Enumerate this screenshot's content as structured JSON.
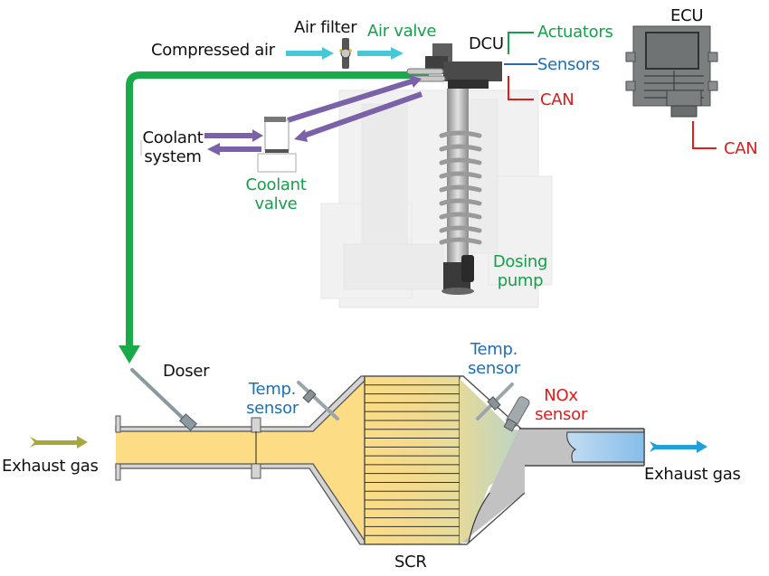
{
  "title": "SCR urea dosing system schematic",
  "colors": {
    "air_arrow": "#46c8d6",
    "urea_line": "#1aaa4a",
    "coolant_arrow": "#7b62a8",
    "actuators_line": "#14a04a",
    "sensors_line": "#1f6fb5",
    "can_line": "#e01b1b",
    "exhaust_in_arrow": "#a8a83a",
    "exhaust_out_arrow": "#1fa0d8",
    "exhaust_hot": "#fcdc84",
    "exhaust_clean": "#a6cdee",
    "pipe_gray": "#c2c2c2",
    "ecu_gray": "#7b7f80"
  },
  "labels": {
    "compressed_air": "Compressed air",
    "air_filter": "Air filter",
    "air_valve": "Air valve",
    "dcu": "DCU",
    "actuators": "Actuators",
    "sensors": "Sensors",
    "dcu_can": "CAN",
    "ecu": "ECU",
    "ecu_can": "CAN",
    "coolant_system_line1": "Coolant",
    "coolant_system_line2": "system",
    "coolant_valve_line1": "Coolant",
    "coolant_valve_line2": "valve",
    "dosing_pump_line1": "Dosing",
    "dosing_pump_line2": "pump",
    "doser": "Doser",
    "temp_sensor_1_line1": "Temp.",
    "temp_sensor_1_line2": "sensor",
    "temp_sensor_2_line1": "Temp.",
    "temp_sensor_2_line2": "sensor",
    "nox_sensor_line1": "NOx",
    "nox_sensor_line2": "sensor",
    "exhaust_in": "Exhaust gas",
    "exhaust_out": "Exhaust gas",
    "scr": "SCR"
  }
}
